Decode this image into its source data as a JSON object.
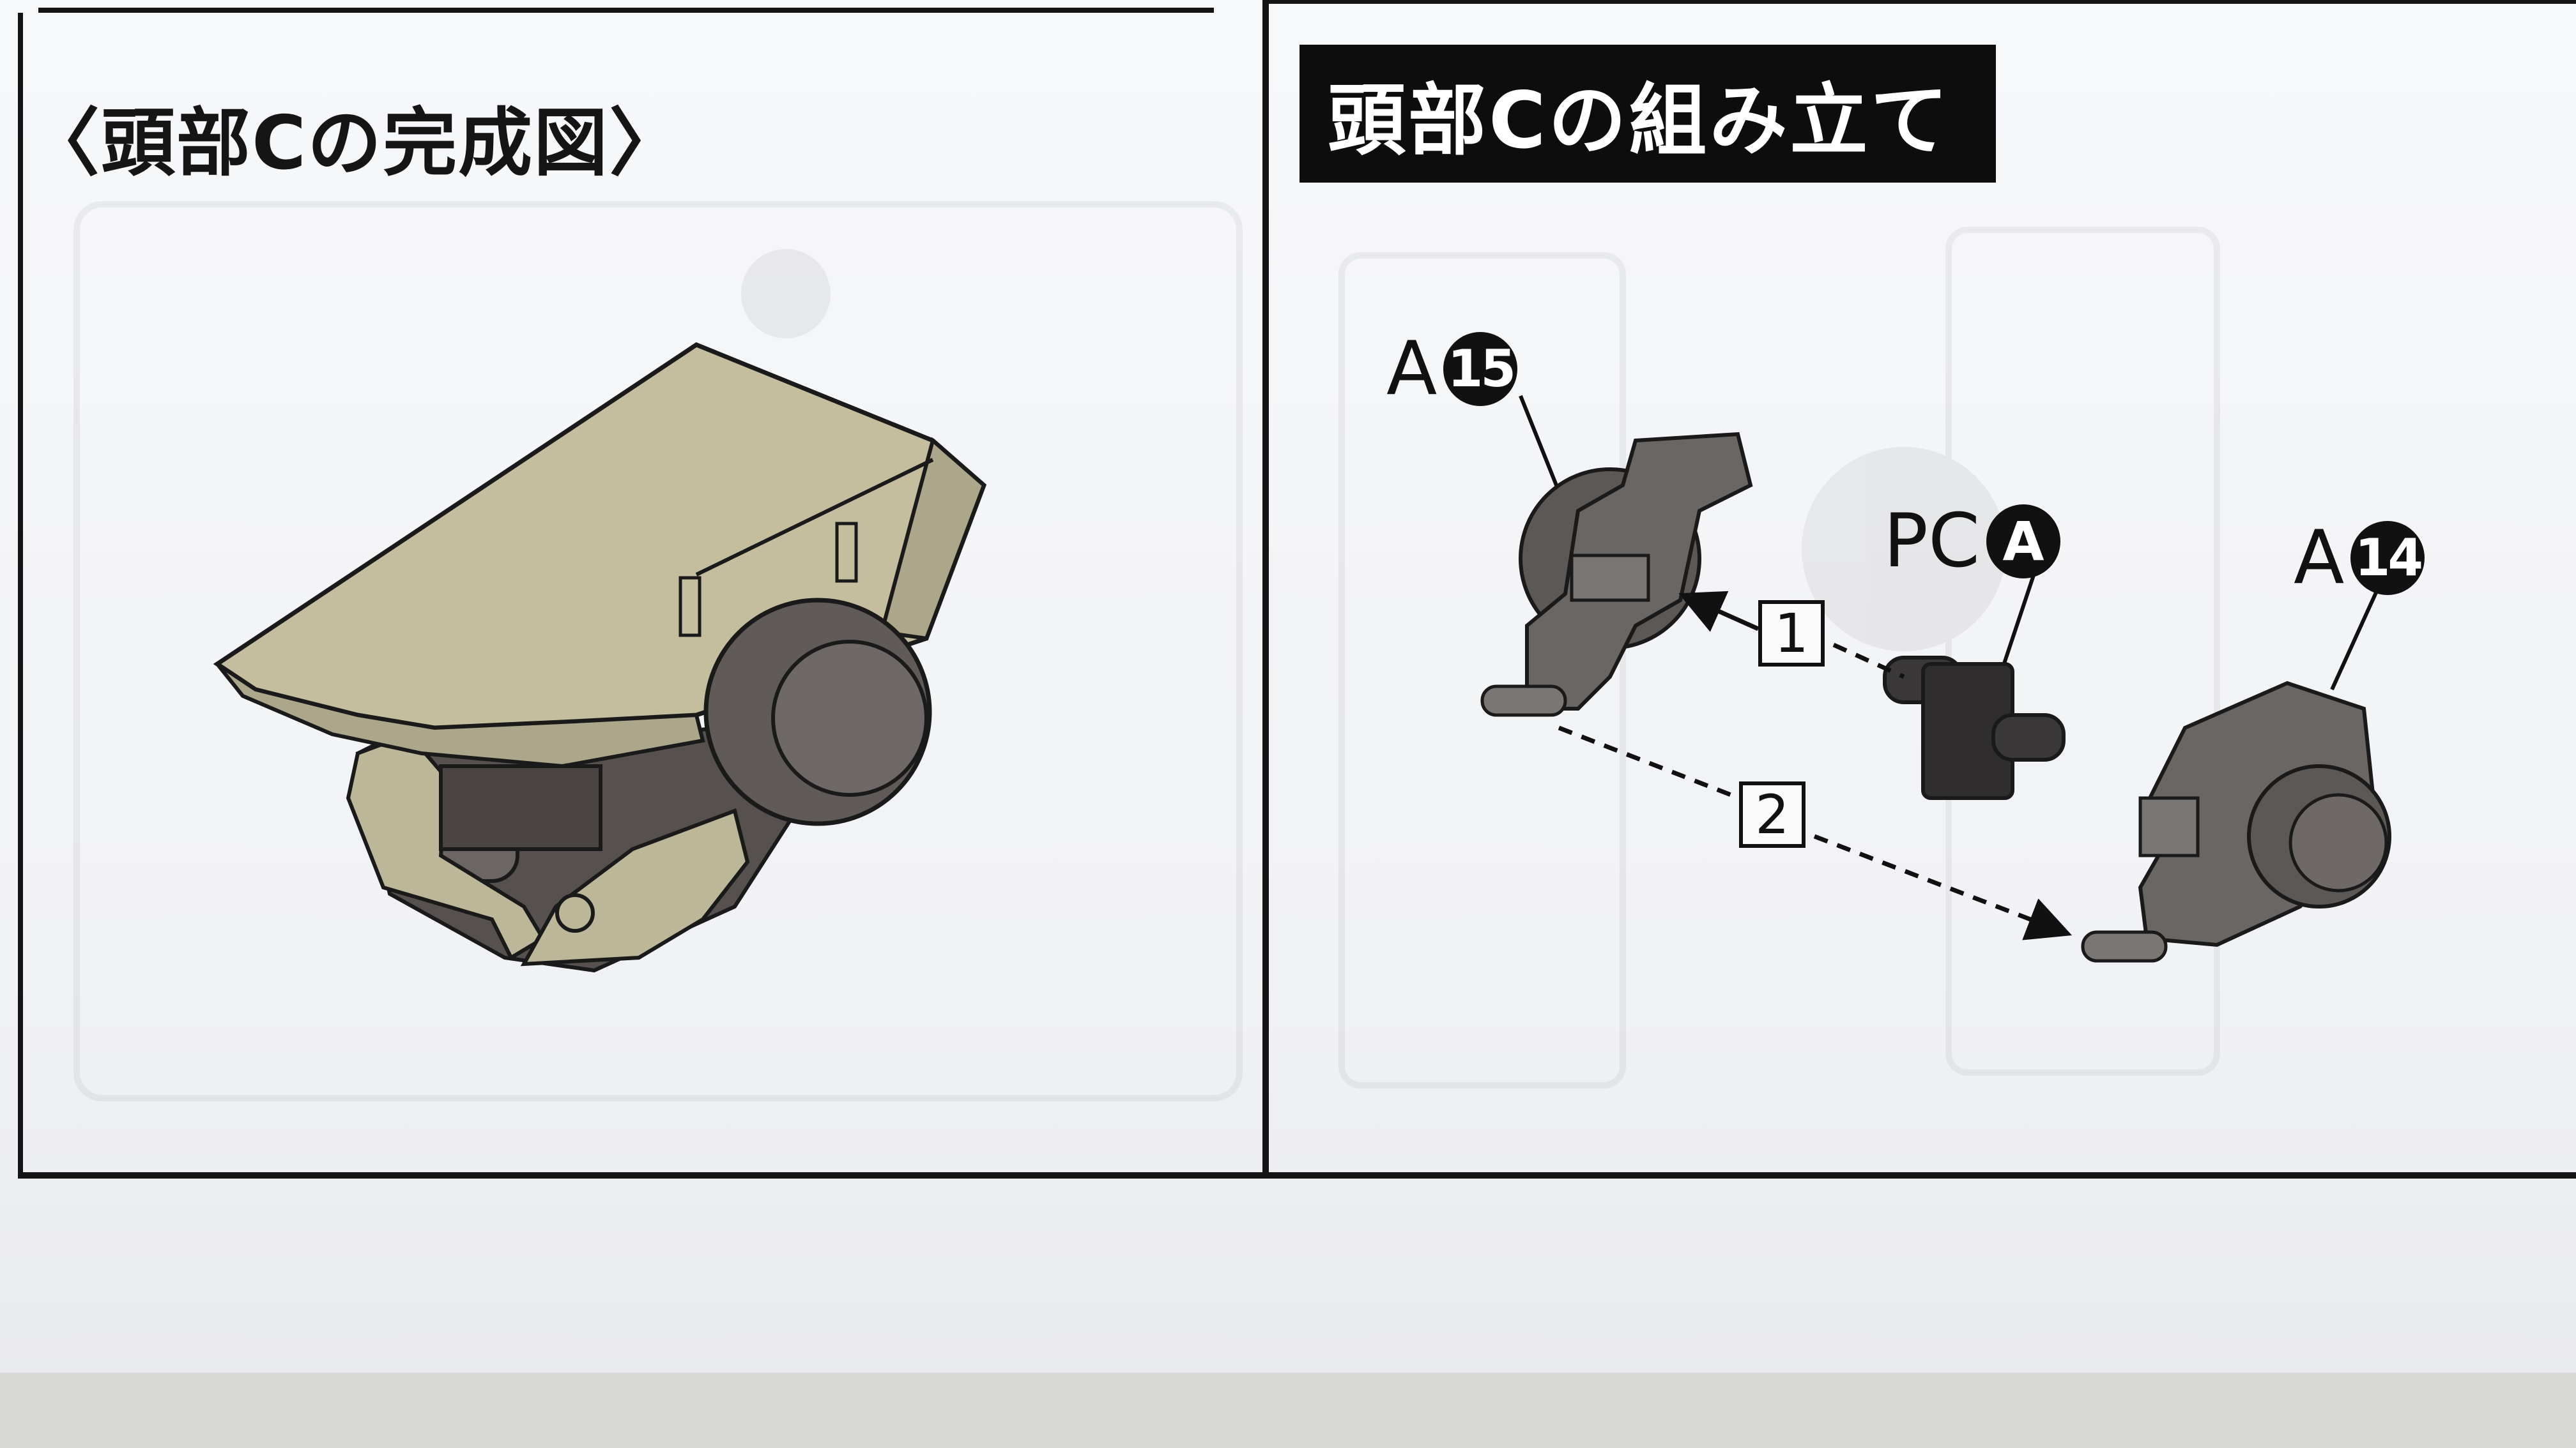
{
  "left_panel": {
    "heading": "〈頭部Cの完成図〉"
  },
  "right_panel": {
    "heading": "頭部Cの組み立て",
    "parts": {
      "a15": {
        "letter": "A",
        "number": "15"
      },
      "pc_a": {
        "letter": "PC",
        "number": "A"
      },
      "a14": {
        "letter": "A",
        "number": "14"
      }
    },
    "steps": [
      "1",
      "2"
    ]
  }
}
